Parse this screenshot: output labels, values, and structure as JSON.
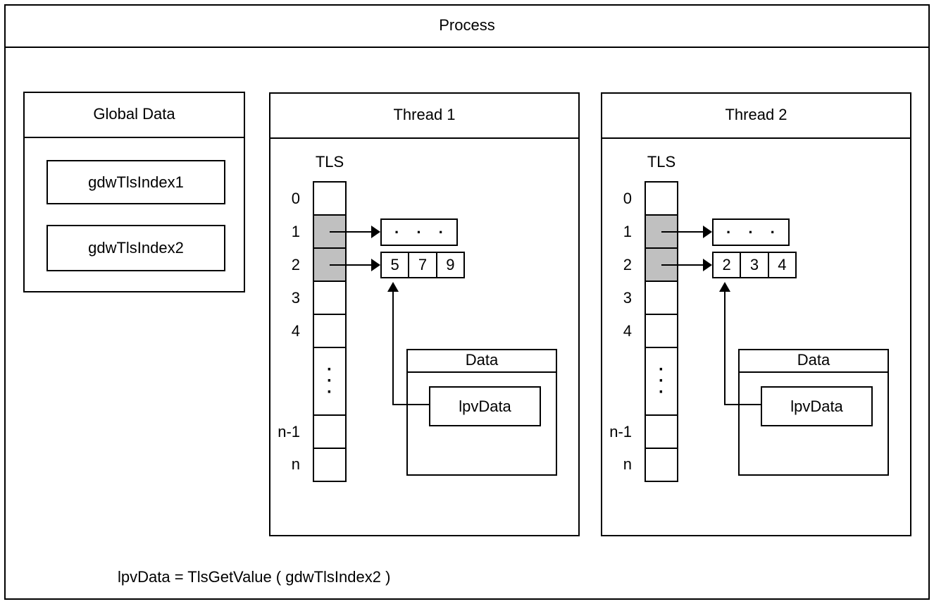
{
  "process": {
    "title": "Process",
    "caption": "lpvData = TlsGetValue ( gdwTlsIndex2 )"
  },
  "global_data": {
    "title": "Global Data",
    "items": [
      "gdwTlsIndex1",
      "gdwTlsIndex2"
    ]
  },
  "threads": [
    {
      "title": "Thread 1",
      "tls_label": "TLS",
      "slot_labels": [
        "0",
        "1",
        "2",
        "3",
        "4",
        "n-1",
        "n"
      ],
      "values": [
        "5",
        "7",
        "9"
      ],
      "data_title": "Data",
      "lpv_label": "lpvData"
    },
    {
      "title": "Thread 2",
      "tls_label": "TLS",
      "slot_labels": [
        "0",
        "1",
        "2",
        "3",
        "4",
        "n-1",
        "n"
      ],
      "values": [
        "2",
        "3",
        "4"
      ],
      "data_title": "Data",
      "lpv_label": "lpvData"
    }
  ],
  "glyphs": {
    "dot": "·"
  },
  "colors": {
    "highlight": "#c0c0c0",
    "line": "#000000",
    "background": "#ffffff"
  }
}
